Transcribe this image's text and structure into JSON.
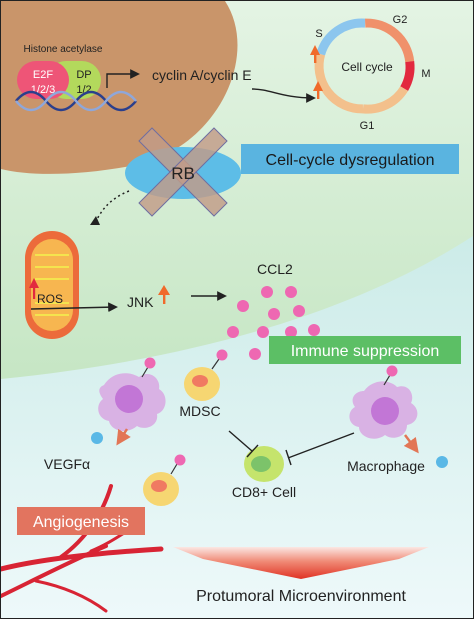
{
  "colors": {
    "nucleus": "#c9956a",
    "cytoplasm_top": "#e4f4e4",
    "cytoplasm_bottom": "#c6e6c4",
    "environment_top": "#b7e3dd",
    "environment_bottom": "#eef9fa",
    "e2f": "#ee5577",
    "dp": "#b3d95c",
    "rb": "#5dbde7",
    "rb_cross": "#c29b87",
    "cell_cycle_blue_badge": "#5ab4e0",
    "immune_green_badge": "#5cbf65",
    "angiogenesis_badge": "#e2745f",
    "ccl2": "#ee68b2",
    "vegf": "#5ab8e6",
    "macrophage": "#d9b2e4",
    "macrophage_nucleus": "#c276d6",
    "mdsc": "#f6d672",
    "mdsc_nucleus": "#f07a62",
    "cd8": "#c5e46c",
    "cd8_nucleus": "#7cc36a",
    "cycle_g1": "#f3c08c",
    "cycle_s": "#8cc6ee",
    "cycle_g2": "#f0916b",
    "cycle_m": "#e2293f",
    "arrow_up": "#f06a2b",
    "vessel": "#d82434",
    "banner": "#e74c3c"
  },
  "nucleus": {
    "histone_acetylase_label": "Histone acetylase",
    "e2f_label_1": "E2F",
    "e2f_label_2": "1/2/3",
    "dp_label_1": "DP",
    "dp_label_2": "1/2",
    "cyclin_label": "cyclin A/cyclin E"
  },
  "cell_cycle": {
    "center_label": "Cell cycle",
    "phase_s": "S",
    "phase_g2": "G2",
    "phase_m": "M",
    "phase_g1": "G1"
  },
  "rb_label": "RB",
  "cell_cycle_dysregulation_label": "Cell-cycle dysregulation",
  "ros_label": "ROS",
  "jnk_label": "JNK",
  "ccl2_label": "CCL2",
  "immune_suppression_label": "Immune suppression",
  "mdsc_label": "MDSC",
  "vegf_label": "VEGFα",
  "cd8_label": "CD8+ Cell",
  "macrophage_label": "Macrophage",
  "angiogenesis_label": "Angiogenesis",
  "protumoral_label": "Protumoral Microenvironment"
}
